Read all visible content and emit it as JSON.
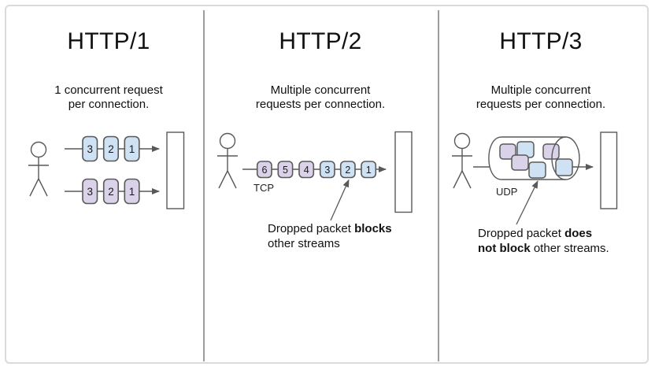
{
  "colors": {
    "packet_blue": "#cfe2f3",
    "packet_purple": "#d9d2e9",
    "stroke": "#595959",
    "divider": "#9c9c9c",
    "frame_border": "#dadada"
  },
  "panel1": {
    "title": "HTTP/1",
    "subtitle_line1": "1 concurrent request",
    "subtitle_line2": "per connection.",
    "row1_packets": [
      "3",
      "2",
      "1"
    ],
    "row2_packets": [
      "3",
      "2",
      "1"
    ]
  },
  "panel2": {
    "title": "HTTP/2",
    "subtitle_line1": "Multiple concurrent",
    "subtitle_line2": "requests per connection.",
    "protocol": "TCP",
    "packets": [
      "6",
      "5",
      "4",
      "3",
      "2",
      "1"
    ],
    "annotation": {
      "line1_normal": "Dropped packet",
      "line1_bold": "blocks",
      "line2_normal": "other streams"
    }
  },
  "panel3": {
    "title": "HTTP/3",
    "subtitle_line1": "Multiple concurrent",
    "subtitle_line2": "requests per connection.",
    "protocol": "UDP",
    "annotation": {
      "line1_normal": "Dropped packet",
      "line1_bold": "does",
      "line2_bold": "not block",
      "line2_normal": "other streams."
    }
  }
}
